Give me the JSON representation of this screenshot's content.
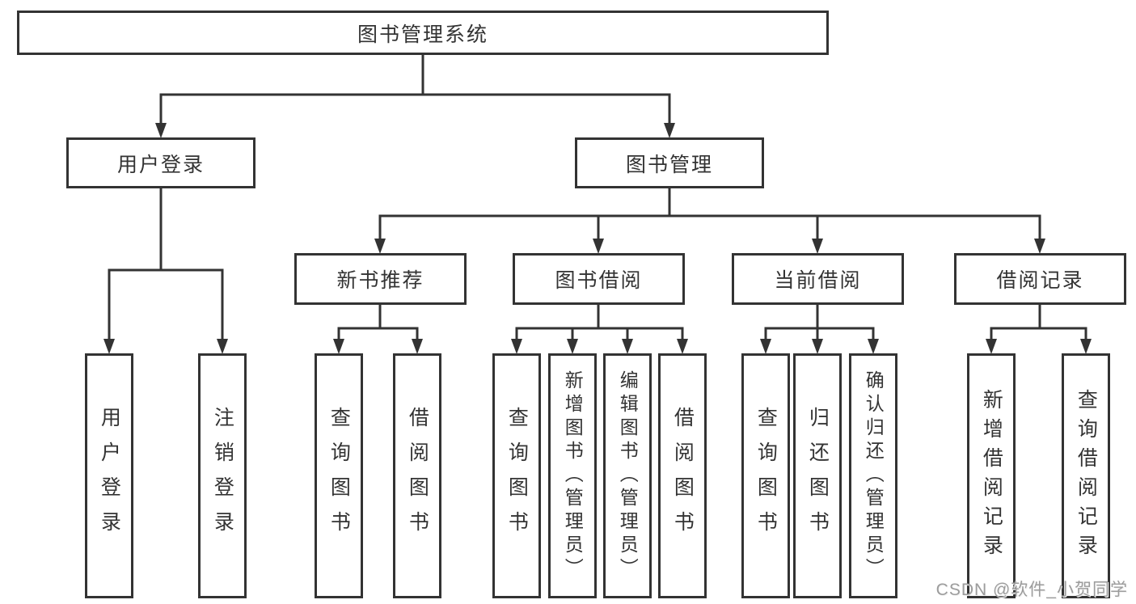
{
  "diagram": {
    "root": {
      "label": "图书管理系统"
    },
    "branches": [
      {
        "label": "用户登录",
        "children": [
          {
            "label": "用户登录"
          },
          {
            "label": "注销登录"
          }
        ]
      },
      {
        "label": "图书管理",
        "sections": [
          {
            "label": "新书推荐",
            "children": [
              {
                "label": "查询图书"
              },
              {
                "label": "借阅图书"
              }
            ]
          },
          {
            "label": "图书借阅",
            "children": [
              {
                "label": "查询图书"
              },
              {
                "label": "新增图书（管理员）"
              },
              {
                "label": "编辑图书（管理员）"
              },
              {
                "label": "借阅图书"
              }
            ]
          },
          {
            "label": "当前借阅",
            "children": [
              {
                "label": "查询图书"
              },
              {
                "label": "归还图书"
              },
              {
                "label": "确认归还（管理员）"
              }
            ]
          },
          {
            "label": "借阅记录",
            "children": [
              {
                "label": "新增借阅记录"
              },
              {
                "label": "查询借阅记录"
              }
            ]
          }
        ]
      }
    ]
  },
  "watermark": {
    "text": "CSDN @软件_小贺同学"
  },
  "colors": {
    "line": "#333333",
    "text": "#333333",
    "box_background": "#ffffff",
    "page_background": "#ffffff",
    "watermark": "#9c9c9c"
  }
}
